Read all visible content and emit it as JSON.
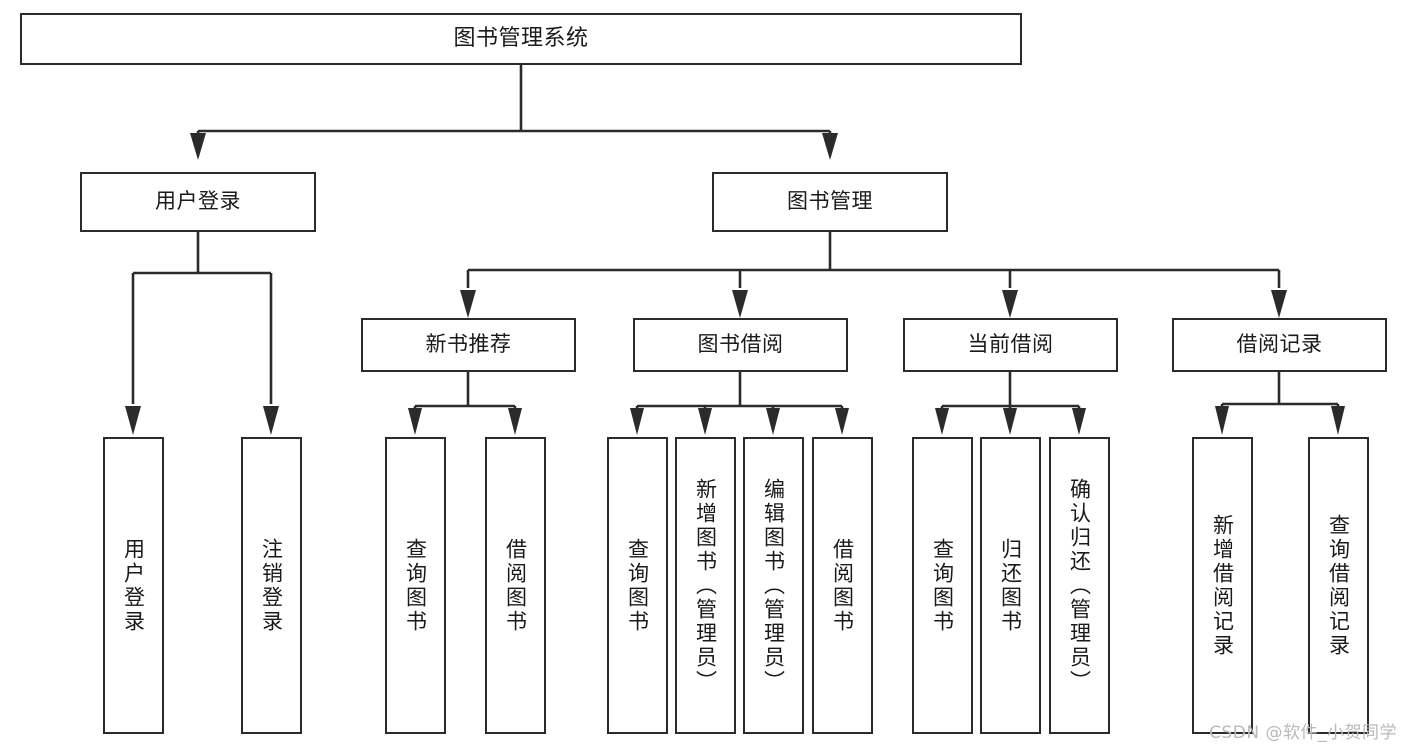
{
  "diagram": {
    "title": "图书管理系统",
    "watermark": "CSDN @软件_小贺同学",
    "colors": {
      "stroke": "#2b2b2b",
      "fill": "#ffffff",
      "text": "#1a1a1a",
      "watermark": "#b9b9b9"
    },
    "nodes": {
      "root": "图书管理系统",
      "user_login": "用户登录",
      "book_manage": "图书管理",
      "new_book_rec": "新书推荐",
      "book_borrow": "图书借阅",
      "current_borrow": "当前借阅",
      "borrow_record": "借阅记录",
      "leaf_user_login": "用户登录",
      "leaf_logout": "注销登录",
      "leaf_query_book_1": "查询图书",
      "leaf_borrow_book_1": "借阅图书",
      "leaf_query_book_2": "查询图书",
      "leaf_add_book": "新增图书（管理员）",
      "leaf_edit_book": "编辑图书（管理员）",
      "leaf_borrow_book_2": "借阅图书",
      "leaf_query_book_3": "查询图书",
      "leaf_return_book": "归还图书",
      "leaf_confirm_return": "确认归还（管理员）",
      "leaf_add_record": "新增借阅记录",
      "leaf_query_record": "查询借阅记录"
    }
  }
}
